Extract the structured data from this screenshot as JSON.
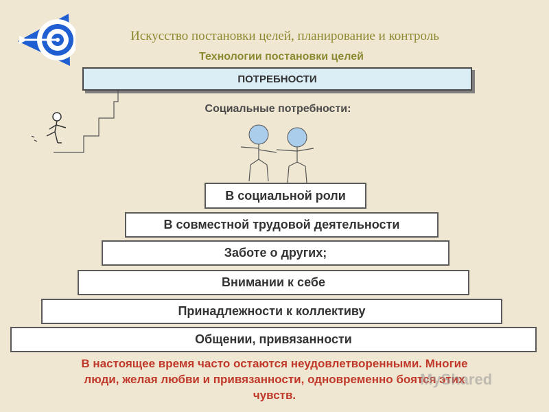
{
  "header": {
    "title": "Искусство постановки целей, планирование и контроль",
    "subtitle": "Технологии постановки целей"
  },
  "banner": {
    "label": "ПОТРЕБНОСТИ"
  },
  "section": {
    "heading": "Социальные потребности:"
  },
  "pyramid": {
    "levels": [
      "В социальной роли",
      "В совместной трудовой деятельности",
      "Заботе о других;",
      "Внимании к себе",
      "Принадлежности к коллективу",
      "Общении, привязанности"
    ]
  },
  "note": {
    "line1": "В настоящее время часто остаются неудовлетворенными. Многие",
    "line2": "люди, желая любви и привязанности, одновременно боятся этих",
    "line3": "чувств."
  },
  "watermark": {
    "text": "MyShared"
  },
  "colors": {
    "background": "#efe7d2",
    "title": "#8c8a30",
    "note": "#c0392b",
    "target_blue": "#1f5fd1",
    "figure_fill": "#a9cdea"
  },
  "icons": [
    "target-logo-icon",
    "person-on-stairs-icon",
    "two-people-holding-hands-icon"
  ]
}
